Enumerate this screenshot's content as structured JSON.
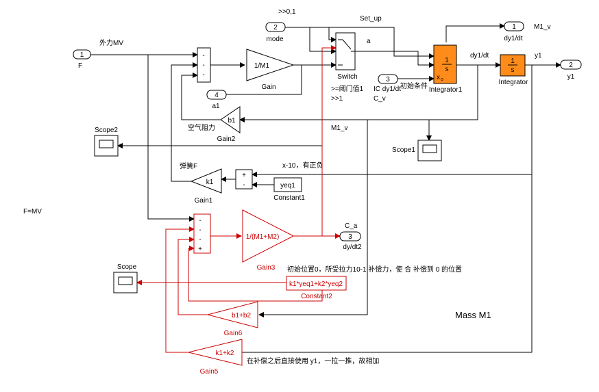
{
  "ports": {
    "in_F": {
      "num": "1",
      "name": "F"
    },
    "in_mode": {
      "num": "2",
      "name": "mode"
    },
    "in_ic": {
      "num": "3",
      "name": "初始条件"
    },
    "out_a1": {
      "num": "4",
      "name": "a1"
    },
    "out_dy1": {
      "num": "1",
      "name": "dy1/dt"
    },
    "out_y1": {
      "num": "2",
      "name": "y1"
    },
    "out_dydt2": {
      "num": "3",
      "name": "dy/dt2"
    }
  },
  "blocks": {
    "gain": {
      "expr": "1/M1",
      "name": "Gain"
    },
    "gain1": {
      "expr": "k1",
      "name": "Gain1"
    },
    "gain2": {
      "expr": "b1",
      "name": "Gain2"
    },
    "gain3": {
      "expr": "1/(M1+M2)",
      "name": "Gain3"
    },
    "gain5": {
      "expr": "k1+k2",
      "name": "Gain5"
    },
    "gain6": {
      "expr": "b1+b2",
      "name": "Gain6"
    },
    "constant1": {
      "value": "yeq1",
      "name": "Constant1"
    },
    "constant2": {
      "value": "k1*yeq1+k2*yeq2",
      "name": "Constant2"
    },
    "switch": {
      "name": "Switch"
    },
    "integrator1": {
      "name": "Integrator1",
      "num": "1",
      "den": "s",
      "ic_label": "x",
      "ic_sub": "o"
    },
    "integrator": {
      "name": "Integrator",
      "num": "1",
      "den": "s"
    },
    "scope": {
      "name": "Scope"
    },
    "scope1": {
      "name": "Scope1"
    },
    "scope2": {
      "name": "Scope2"
    }
  },
  "labels": {
    "waili_mv": "外力MV",
    "thresh_top": ">>0,1",
    "set_up": "Set_up",
    "a": "a",
    "m1_v_top": "M1_v",
    "dy1dt": "dy1/dt",
    "y1": "y1",
    "switch_cond1": ">=阈门值1",
    "switch_cond2": ">>1",
    "ic_dy1dt": "IC dy1/dt",
    "c_v": "C_v",
    "m1_v_mid": "M1_v",
    "air_resist": "空气阻力",
    "spring_f": "弹簧F",
    "x_minus_10": "x-10，有正负",
    "f_eq_mv": "F=MV",
    "c_a": "C_a",
    "note_init": "初始位置0，所受拉力10-1,补偿力，使 合 补偿到 0 的位置",
    "note_bottom": "在补偿之后直接使用 y1，一拉一推，故相加",
    "mass": "Mass M1"
  },
  "sum_signs": {
    "sum1": [
      "-",
      "-",
      "-"
    ],
    "sum_k": [
      "+",
      "-"
    ],
    "sum_red": [
      "-",
      "-",
      "-",
      "+"
    ]
  },
  "colors": {
    "block_fill": "#ffffff",
    "integrator_fill": "#ff8c1a",
    "red": "#cc0000",
    "line": "#000000"
  }
}
